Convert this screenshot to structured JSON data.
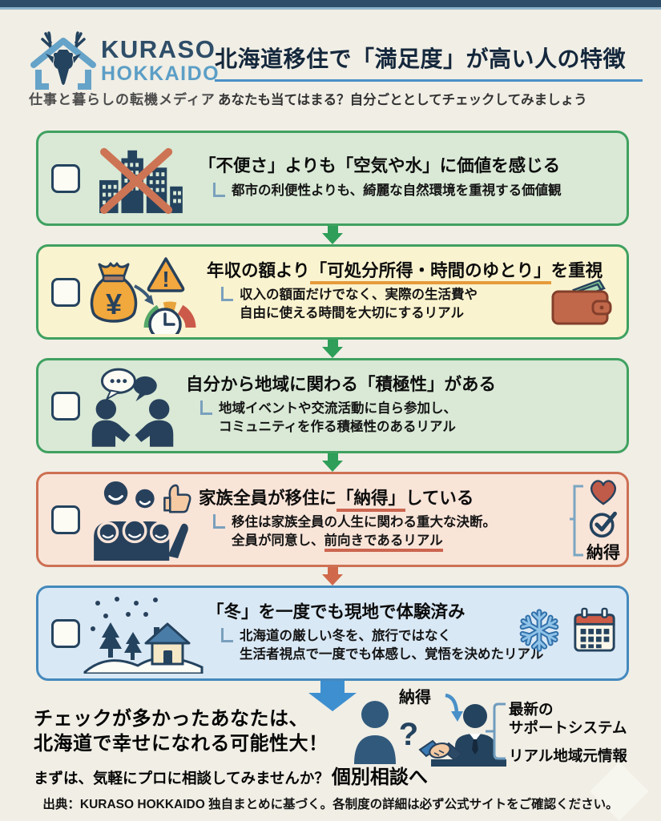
{
  "palette": {
    "page_bg": "#f0eee5",
    "top_bar_navy": "#2e4d68",
    "top_bar_blue": "#8fb3ca",
    "brand_navy": "#2e4d68",
    "brand_blue": "#5b9ec6",
    "title_navy": "#14273c",
    "title_underline": "#4a90c8",
    "green_box_bg": "#d9e9d6",
    "green_border": "#3fa160",
    "yellow_box_bg": "#faf3cf",
    "peach_box_bg": "#f9e4d8",
    "orange_border": "#cd7053",
    "blue_box_bg": "#d9e8f5",
    "blue_border": "#4489bd",
    "arrow_green": "#2e9e58",
    "arrow_orange": "#d0694b",
    "arrow_blue": "#3e8fd0",
    "underline_orange": "#e59b3c",
    "underline_red": "#cc6650",
    "icon_navy": "#24435e"
  },
  "header": {
    "logo": {
      "brand_line1": "KURASO",
      "brand_line2": "HOKKAIDO",
      "tagline": "仕事と暮らしの転機メディア"
    },
    "title": "北海道移住で「満足度」が高い人の特徴",
    "subtitle": "あなたも当てはまる？自分ごととしてチェックしてみましょう"
  },
  "checklist": {
    "items": [
      {
        "icon": "city-crossed-icon",
        "checked": false,
        "title_pre": "「不便さ」よりも「空気や水」に価値を感じる",
        "title_em": "",
        "title_post": "",
        "desc_line1": "都市の利便性よりも、綺麗な自然環境を重視する価値観"
      },
      {
        "icon": "money-bag-gauge-icon / wallet-icon",
        "checked": false,
        "title_pre": "年収の額より",
        "title_em": "「可処分所得・時間のゆとり」",
        "title_post": "を重視",
        "desc_line1": "収入の額面だけでなく、実際の生活費や",
        "desc_line2": "自由に使える時間を大切にするリアル"
      },
      {
        "icon": "handshake-chat-icon",
        "checked": false,
        "title_pre": "自分から地域に関わる「積極性」がある",
        "title_em": "",
        "title_post": "",
        "desc_line1": "地域イベントや交流活動に自ら参加し、",
        "desc_line2": "コミュニティを作る積極性のあるリアル"
      },
      {
        "icon": "family-thumbsup-icon / heart-icon / check-circle-icon",
        "checked": false,
        "title_pre": "家族全員が移住に",
        "title_em": "「納得」",
        "title_post": "している",
        "desc_line1": "移住は家族全員の人生に関わる重大な決断。",
        "desc_line2_pre": "全員が同意し、",
        "desc_line2_em": "前向きであるリアル",
        "annotation_label": "納得"
      },
      {
        "icon": "winter-house-icon / snowflake-icon / calendar-icon",
        "checked": false,
        "title_pre": "「冬」を一度でも現地で体験済み",
        "title_em": "",
        "title_post": "",
        "desc_line1": "北海道の厳しい冬を、旅行ではなく",
        "desc_line2": "生活者視点で一度でも体感し、覚悟を決めたリアル"
      }
    ]
  },
  "footer": {
    "result_line1": "チェックが多かったあなたは、",
    "result_line2": "北海道で幸せになれる可能性大！",
    "cta_pre": "まずは、気軽にプロに相談してみませんか？",
    "cta": "個別相談へ",
    "consult_label": "納得",
    "consult_question": "?",
    "benefit1_line1": "最新の",
    "benefit1_line2": "サポートシステム",
    "benefit2": "リアル地域元情報"
  },
  "icons": {
    "yen": "¥",
    "warning_mark": "!"
  },
  "source": "出典：KURASO HOKKAIDO 独自まとめに基づく。各制度の詳細は必ず公式サイトをご確認ください。"
}
